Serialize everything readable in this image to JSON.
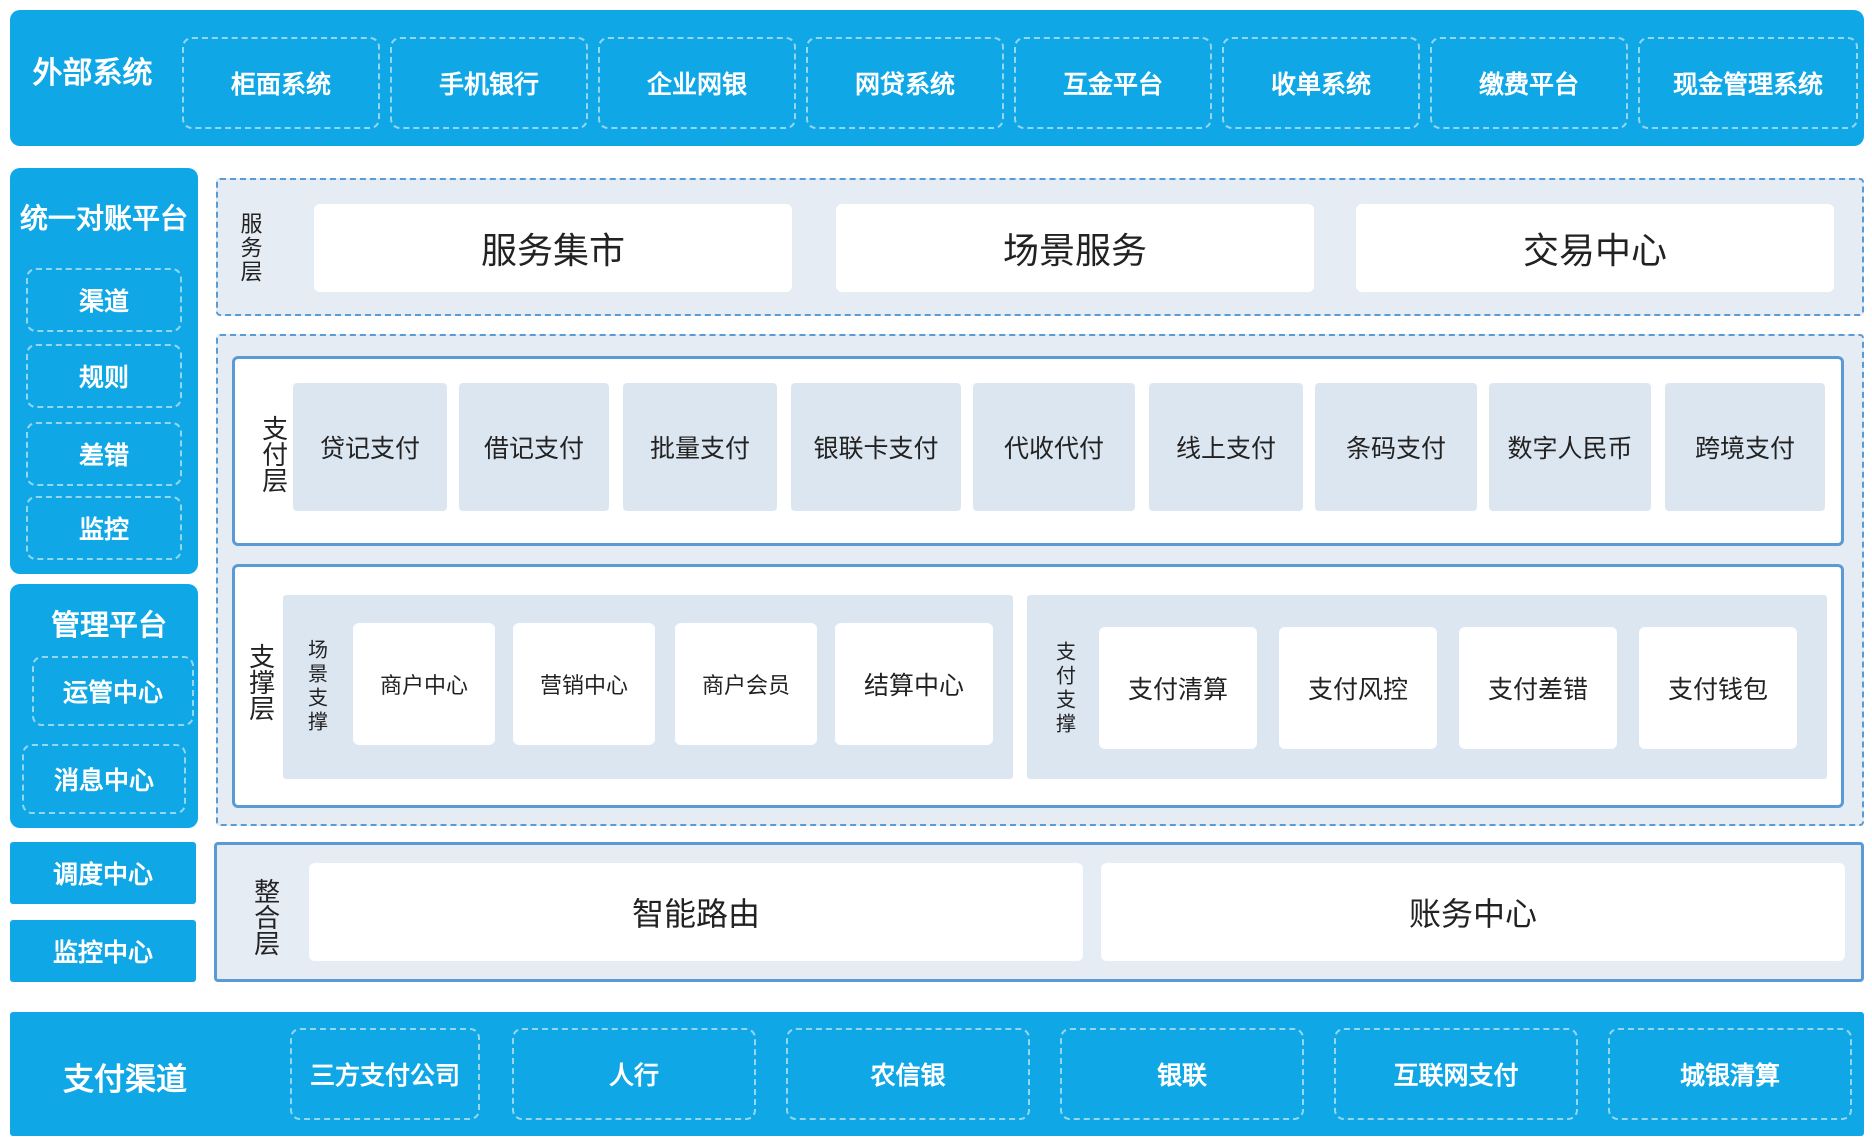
{
  "external": {
    "title": "外部系统",
    "items": [
      "柜面系统",
      "手机银行",
      "企业网银",
      "网贷系统",
      "互金平台",
      "收单系统",
      "缴费平台",
      "现金管理系统"
    ]
  },
  "reconcile": {
    "title": "统一对账平台",
    "items": [
      "渠道",
      "规则",
      "差错",
      "监控"
    ]
  },
  "management": {
    "title": "管理平台",
    "items": [
      "运管中心",
      "消息中心"
    ]
  },
  "dispatch": "调度中心",
  "monitor_center": "监控中心",
  "service_layer": {
    "label": "服务层",
    "items": [
      "服务集市",
      "场景服务",
      "交易中心"
    ]
  },
  "payment_layer": {
    "label": "支付层",
    "items": [
      "贷记支付",
      "借记支付",
      "批量支付",
      "银联卡支付",
      "代收代付",
      "线上支付",
      "条码支付",
      "数字人民币",
      "跨境支付"
    ]
  },
  "support_layer": {
    "label": "支撑层",
    "scene": {
      "label": "场景支撑",
      "items": [
        "商户中心",
        "营销中心",
        "商户会员",
        "结算中心"
      ]
    },
    "pay": {
      "label": "支付支撑",
      "items": [
        "支付清算",
        "支付风控",
        "支付差错",
        "支付钱包"
      ]
    }
  },
  "integration_layer": {
    "label": "整合层",
    "items": [
      "智能路由",
      "账务中心"
    ]
  },
  "channels": {
    "title": "支付渠道",
    "items": [
      "三方支付公司",
      "人行",
      "农信银",
      "银联",
      "互联网支付",
      "城银清算"
    ]
  },
  "colors": {
    "accent": "#0fa7e6",
    "layer_bg": "#e6ecf4",
    "border": "#5b9bd5",
    "tile": "#dce6f1"
  }
}
